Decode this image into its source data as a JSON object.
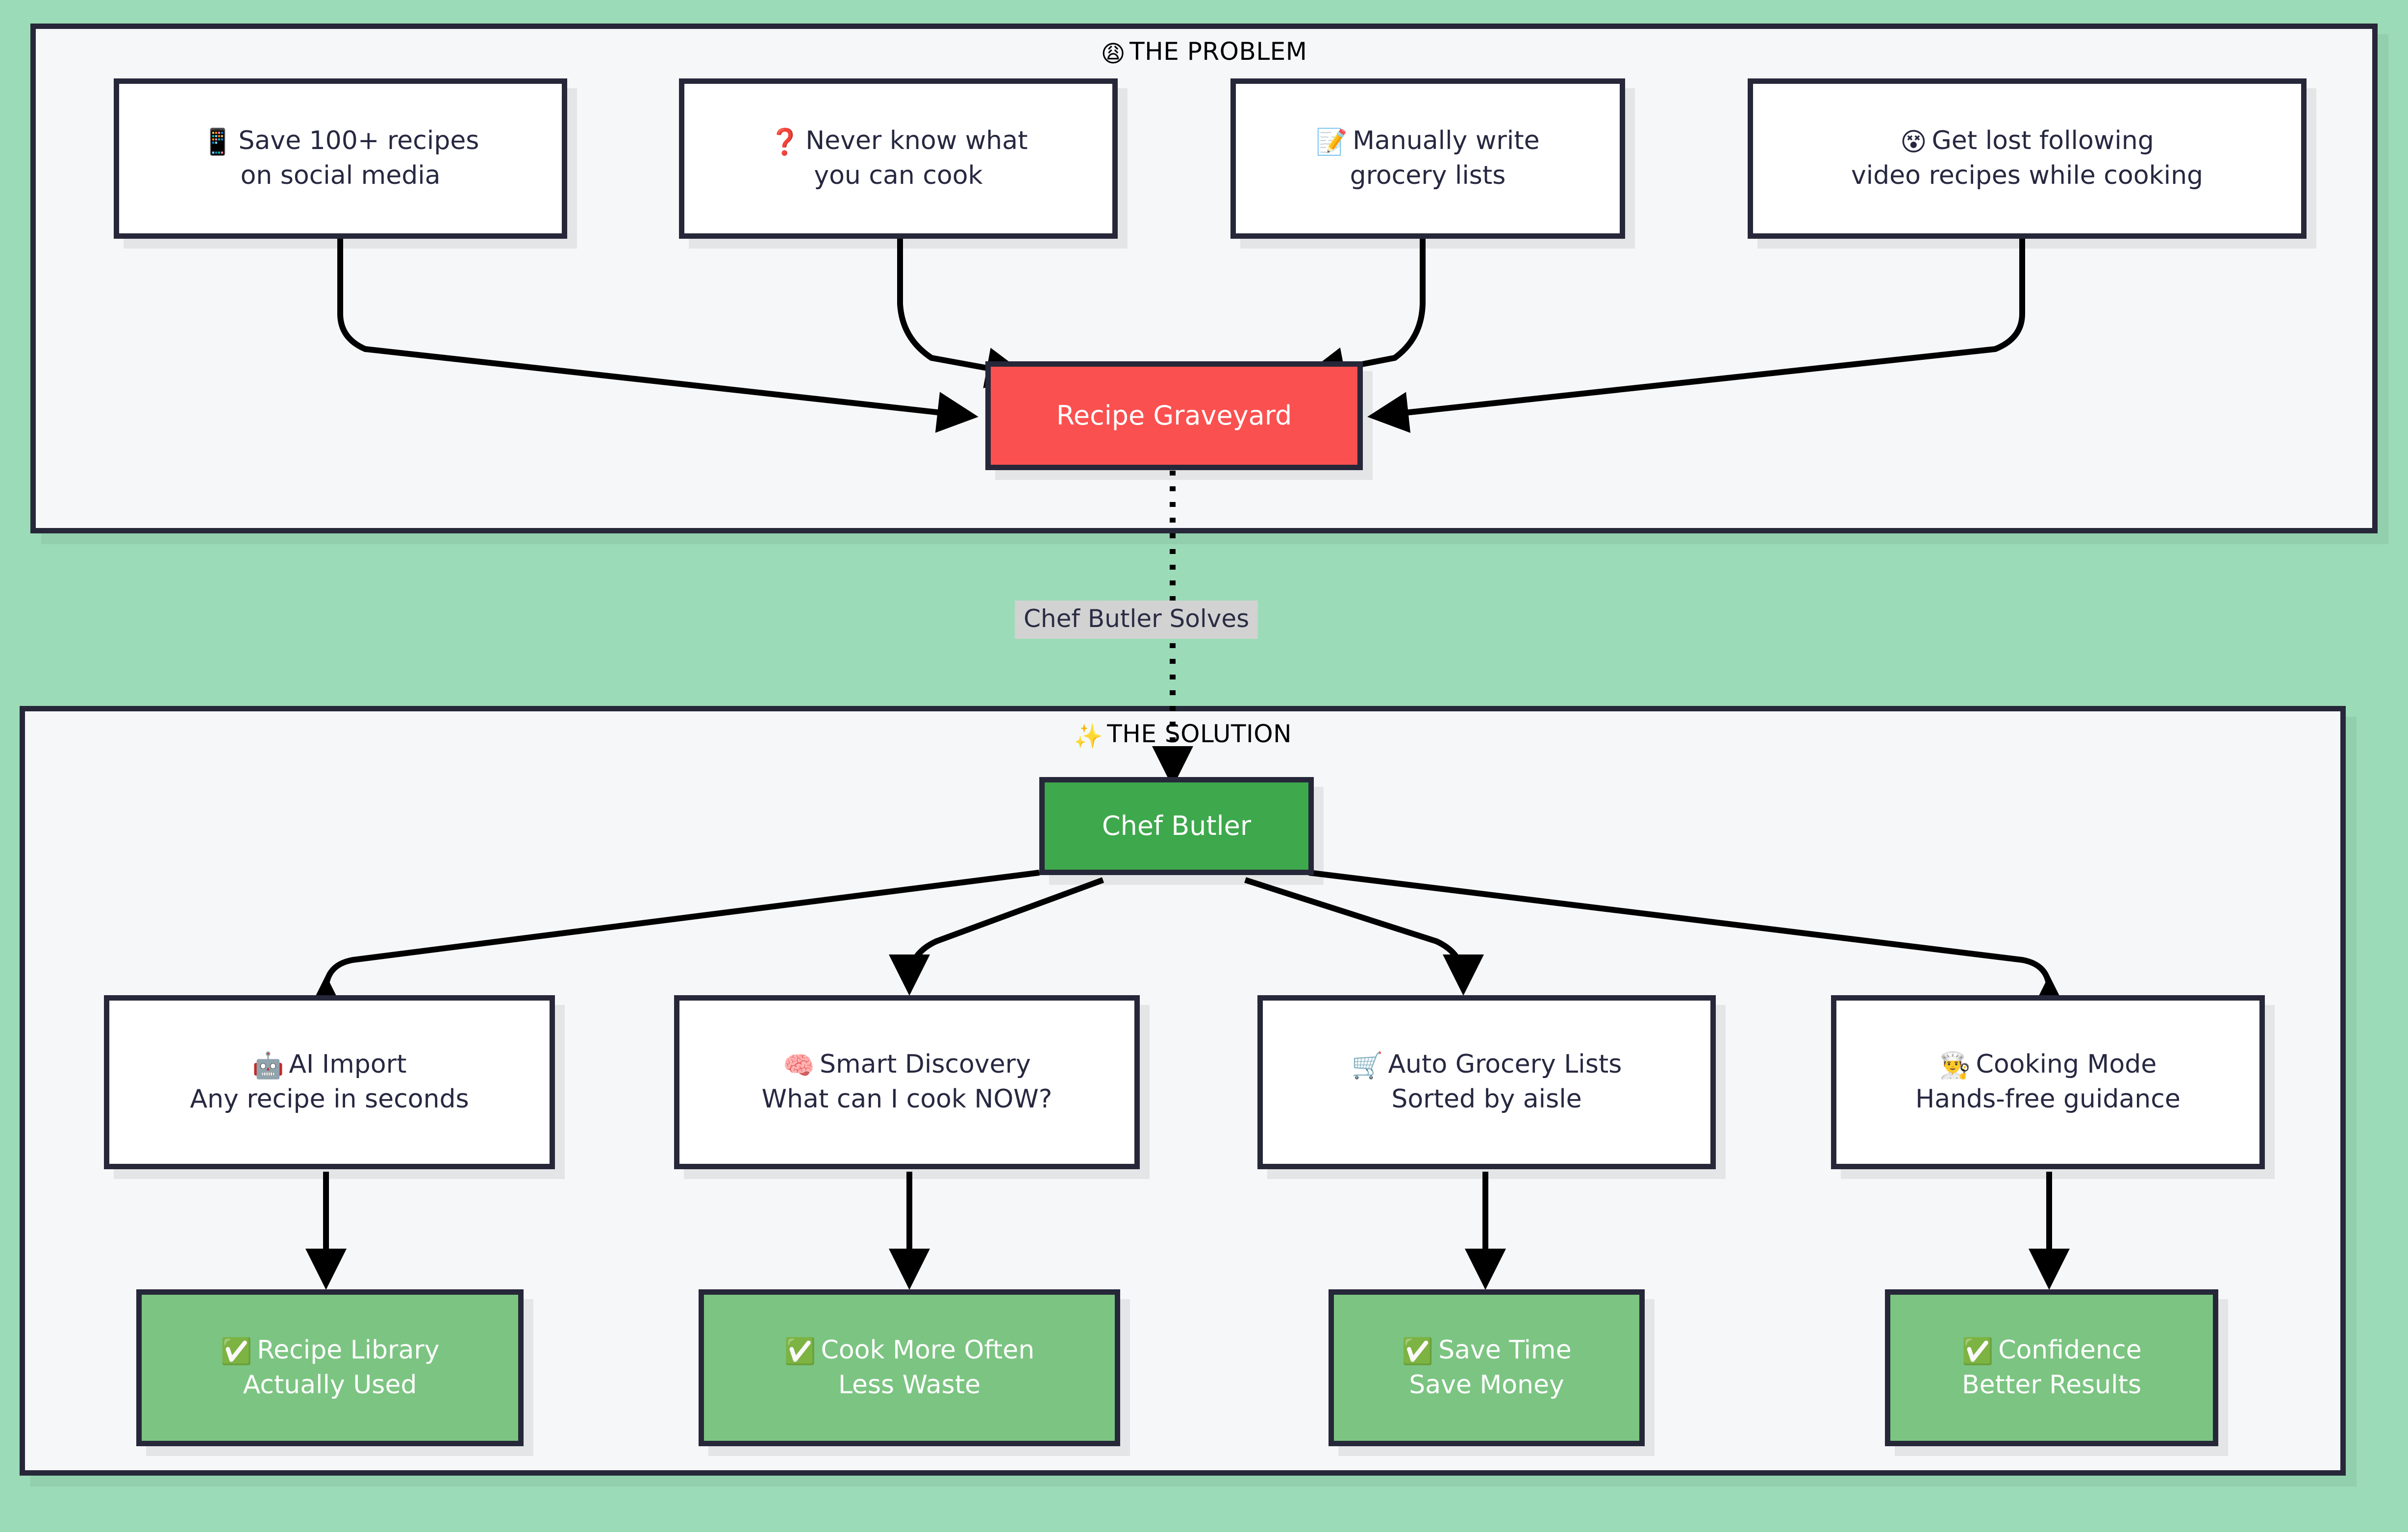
{
  "diagram": {
    "type": "flowchart",
    "background_color": "#9BDBB7",
    "border_color": "#262739",
    "accent_red": "#FB5050",
    "accent_green": "#3EA84C",
    "accent_light_green": "#7CC482"
  },
  "problem_section": {
    "title": "THE PROBLEM",
    "title_emoji": "😩",
    "nodes": [
      {
        "id": "p1",
        "emoji": "📱",
        "line1": "Save 100+ recipes",
        "line2": "on social media"
      },
      {
        "id": "p2",
        "emoji": "❓",
        "line1": "Never know what",
        "line2": "you can cook"
      },
      {
        "id": "p3",
        "emoji": "📝",
        "line1": "Manually write",
        "line2": "grocery lists"
      },
      {
        "id": "p4",
        "emoji": "😵",
        "line1": "Get lost following",
        "line2": "video recipes while cooking"
      }
    ],
    "sink": {
      "id": "graveyard",
      "label": "Recipe Graveyard",
      "fill": "#FB5050",
      "text_color": "#FFFFFF"
    }
  },
  "bridge": {
    "label": "Chef Butler Solves",
    "label_background": "#D2D2D2",
    "style": "dotted"
  },
  "solution_section": {
    "title": "THE SOLUTION",
    "title_emoji": "✨",
    "hero": {
      "id": "chefbutler",
      "label": "Chef Butler",
      "fill": "#3EA84C",
      "text_color": "#FFFFFF"
    },
    "features": [
      {
        "id": "f1",
        "emoji": "🤖",
        "line1": "AI Import",
        "line2": "Any recipe in seconds"
      },
      {
        "id": "f2",
        "emoji": "🧠",
        "line1": "Smart Discovery",
        "line2": "What can I cook NOW?"
      },
      {
        "id": "f3",
        "emoji": "🛒",
        "line1": "Auto Grocery Lists",
        "line2": "Sorted by aisle"
      },
      {
        "id": "f4",
        "emoji": "👨‍🍳",
        "line1": "Cooking Mode",
        "line2": "Hands-free guidance"
      }
    ],
    "outcomes": [
      {
        "id": "o1",
        "emoji": "✅",
        "line1": "Recipe Library",
        "line2": "Actually Used"
      },
      {
        "id": "o2",
        "emoji": "✅",
        "line1": "Cook More Often",
        "line2": "Less Waste"
      },
      {
        "id": "o3",
        "emoji": "✅",
        "line1": "Save Time",
        "line2": "Save Money"
      },
      {
        "id": "o4",
        "emoji": "✅",
        "line1": "Confidence",
        "line2": "Better Results"
      }
    ]
  }
}
